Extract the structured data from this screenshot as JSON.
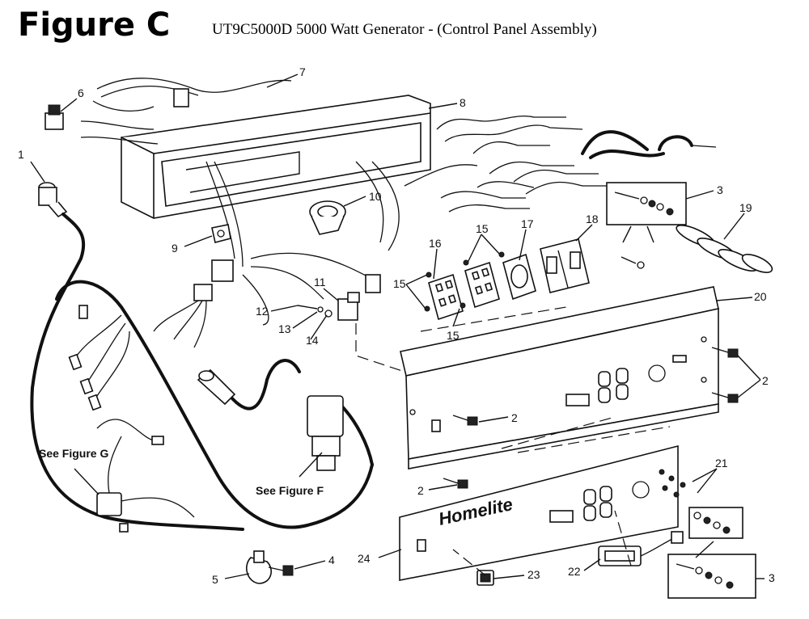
{
  "header": {
    "figure_title": "Figure C",
    "subtitle": "UT9C5000D 5000 Watt Generator -  (Control Panel Assembly)"
  },
  "callouts": [
    "1",
    "2",
    "2",
    "2",
    "2",
    "3",
    "3",
    "4",
    "5",
    "6",
    "7",
    "8",
    "9",
    "10",
    "11",
    "12",
    "13",
    "14",
    "15",
    "15",
    "15",
    "16",
    "17",
    "18",
    "19",
    "20",
    "21",
    "22",
    "23",
    "24"
  ],
  "references": {
    "figure_g": "See Figure G",
    "figure_f": "See Figure F"
  },
  "brand_label": "Homelite"
}
